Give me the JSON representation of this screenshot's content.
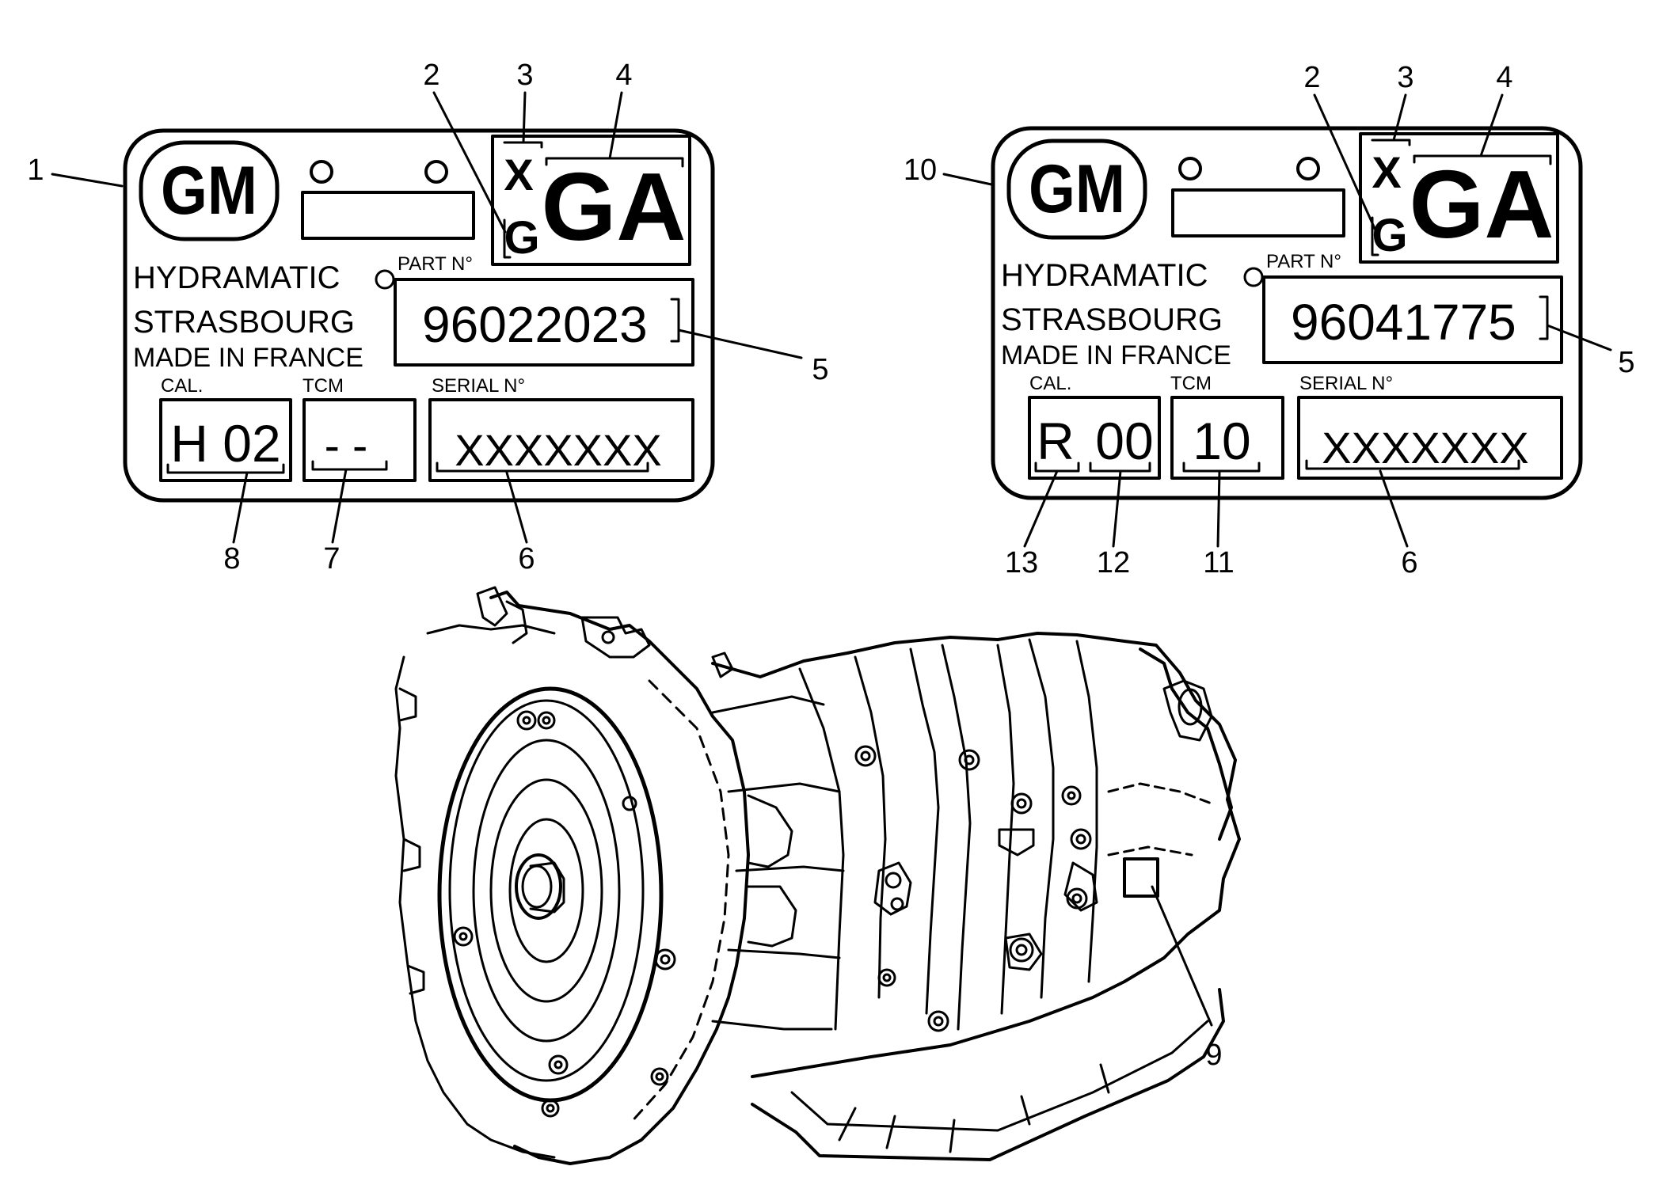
{
  "callouts": {
    "c1": "1",
    "c2": "2",
    "c3": "3",
    "c4": "4",
    "c5": "5",
    "c6": "6",
    "c7": "7",
    "c8": "8",
    "c9": "9",
    "c10": "10",
    "c11": "11",
    "c12": "12",
    "c13": "13"
  },
  "label_left": {
    "brand": "GM",
    "code_small_top": "X",
    "code_small_bottom": "G",
    "code_large": "GA",
    "maker_line1": "HYDRAMATIC",
    "maker_line2": "STRASBOURG",
    "maker_line3": "MADE IN FRANCE",
    "part_caption": "PART N°",
    "part_number": "96022023",
    "cal_caption": "CAL.",
    "cal_value": "H 02",
    "tcm_caption": "TCM",
    "tcm_value": "- -",
    "serial_caption": "SERIAL N°",
    "serial_value": "XXXXXXX"
  },
  "label_right": {
    "brand": "GM",
    "code_small_top": "X",
    "code_small_bottom": "G",
    "code_large": "GA",
    "maker_line1": "HYDRAMATIC",
    "maker_line2": "STRASBOURG",
    "maker_line3": "MADE IN FRANCE",
    "part_caption": "PART N°",
    "part_number": "96041775",
    "cal_caption": "CAL.",
    "cal_letter": "R",
    "cal_digits": "00",
    "tcm_caption": "TCM",
    "tcm_value": "10",
    "serial_caption": "SERIAL N°",
    "serial_value": "XXXXXXX"
  },
  "colors": {
    "ink": "#000000",
    "paper": "#ffffff"
  }
}
